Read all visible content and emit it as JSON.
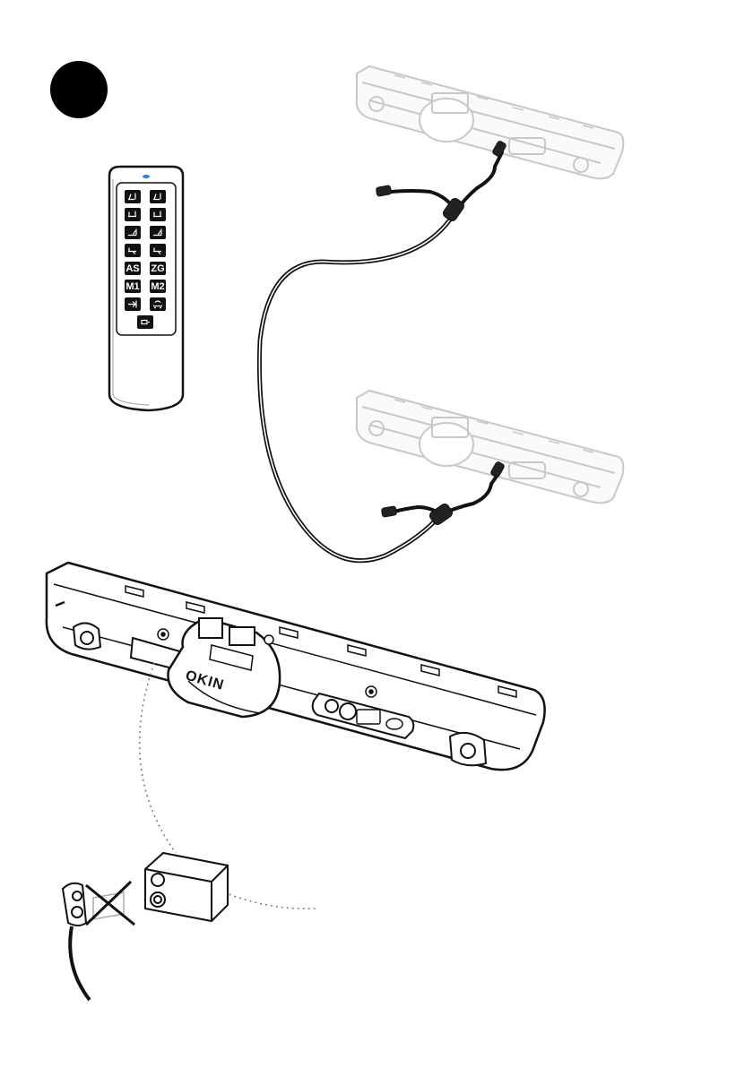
{
  "step": {
    "badge": "filled-circle"
  },
  "remote": {
    "buttons": [
      {
        "label": "",
        "icon": "bed-head-up-icon"
      },
      {
        "label": "",
        "icon": "bed-head-up-icon"
      },
      {
        "label": "",
        "icon": "bed-head-down-icon"
      },
      {
        "label": "",
        "icon": "bed-head-down-icon"
      },
      {
        "label": "",
        "icon": "bed-foot-up-icon"
      },
      {
        "label": "",
        "icon": "bed-foot-up-icon"
      },
      {
        "label": "",
        "icon": "bed-foot-down-icon"
      },
      {
        "label": "",
        "icon": "bed-foot-down-icon"
      },
      {
        "label": "AS",
        "icon": ""
      },
      {
        "label": "ZG",
        "icon": ""
      },
      {
        "label": "M1",
        "icon": ""
      },
      {
        "label": "M2",
        "icon": ""
      },
      {
        "label": "",
        "icon": "arrow-in-icon"
      },
      {
        "label": "",
        "icon": "massage-icon"
      },
      {
        "label": "",
        "icon": "light-icon"
      }
    ],
    "led_color": "#2f7fd6"
  },
  "motor": {
    "brand": "OKIN"
  },
  "colors": {
    "ink": "#111111",
    "faded": "#c8c8c8",
    "cable": "#1a1a1a"
  }
}
